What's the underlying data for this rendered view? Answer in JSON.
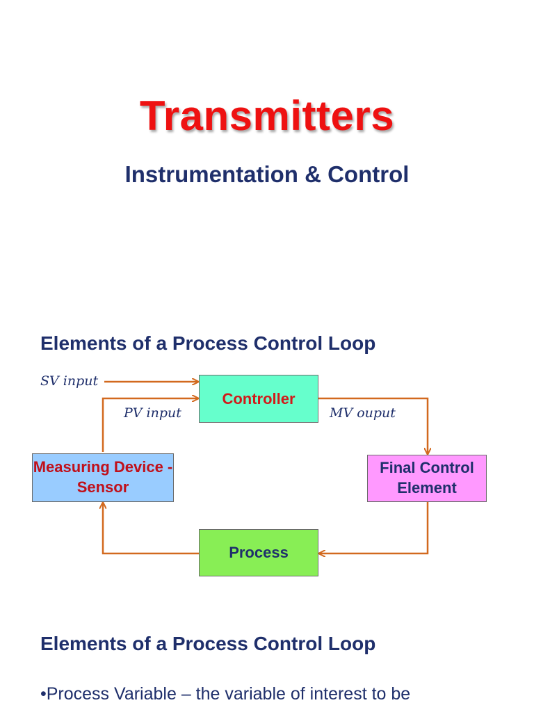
{
  "slide": {
    "title": "Transmitters",
    "subtitle": "Instrumentation & Control"
  },
  "sections": [
    {
      "heading": "Elements of a Process Control Loop"
    },
    {
      "heading": "Elements of a Process Control Loop"
    }
  ],
  "diagram": {
    "boxes": {
      "controller": "Controller",
      "final_control_element": "Final Control Element",
      "measuring_device": "Measuring Device - Sensor",
      "process": "Process"
    },
    "labels": {
      "sv_input": "SV input",
      "pv_input": "PV input",
      "mv_output": "MV ouput"
    },
    "colors": {
      "arrow": "#d2691e",
      "controller_fill": "#66ffcc",
      "final_fill": "#ff99ff",
      "measuring_fill": "#99ccff",
      "process_fill": "#88ee55"
    }
  },
  "body": {
    "bullet_1": "•Process Variable – the variable of interest to be"
  }
}
